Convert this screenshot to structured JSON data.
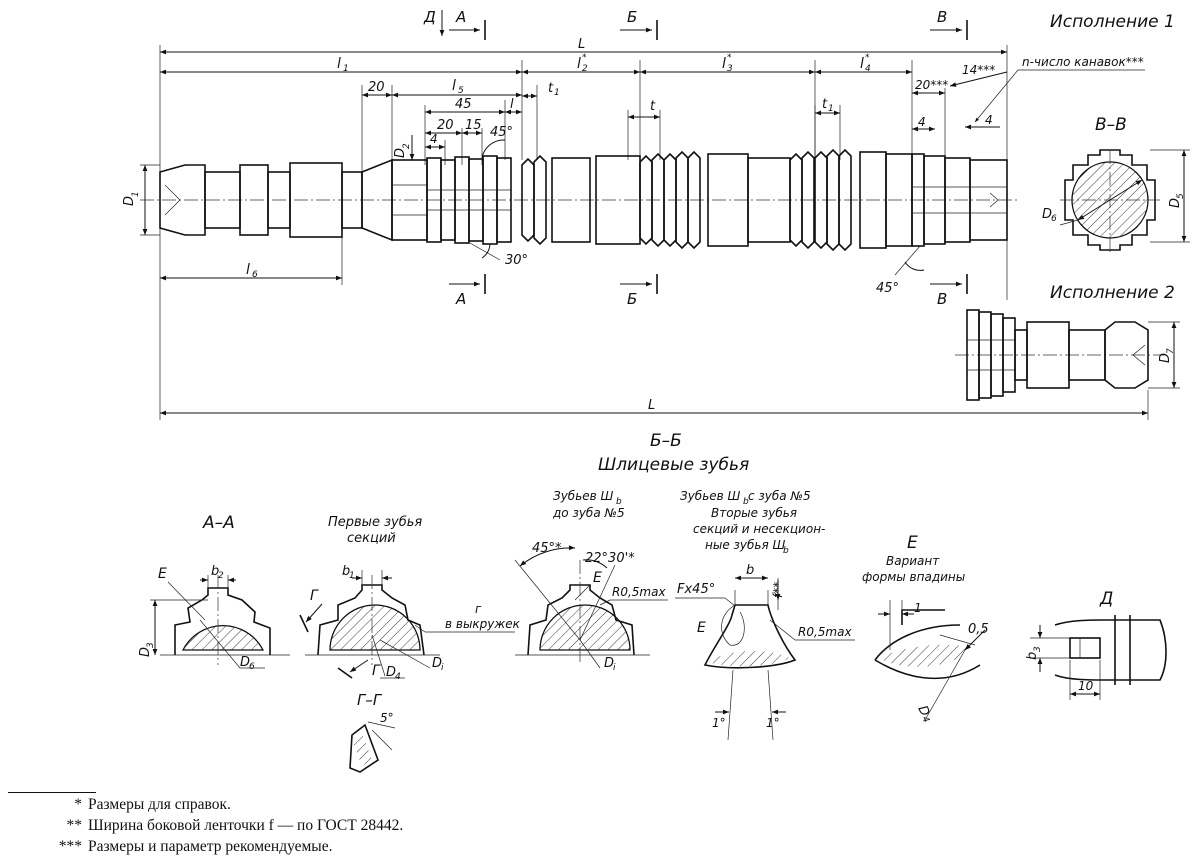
{
  "variants": {
    "v1": "Исполнение 1",
    "v2": "Исполнение 2"
  },
  "section_markers": {
    "d": "Д",
    "a": "А",
    "b": "Б",
    "v": "В"
  },
  "dimensions": {
    "L": "L",
    "l1": "l",
    "l1_sub": "1",
    "l2": "l",
    "l2_sub": "2",
    "l3": "l",
    "l3_sub": "3",
    "l4": "l",
    "l4_sub": "4",
    "l5": "l",
    "l5_sub": "5",
    "l6": "l",
    "l6_sub": "6",
    "l_small": "l",
    "t": "t",
    "t1": "t",
    "t1_sub": "1",
    "star": "*",
    "d20": "20",
    "d45": "45",
    "d4": "4",
    "d15": "15",
    "a45": "45°",
    "a30": "30°",
    "d20_3star": "20***",
    "d14_3star": "14***",
    "grooves": "n-число канавок***",
    "D": "D",
    "D1_sub": "1",
    "D2_sub": "2",
    "D3_sub": "3",
    "D4_sub": "4",
    "D5_sub": "5",
    "D6_sub": "6",
    "D7_sub": "7",
    "Di_sub": "i"
  },
  "sections": {
    "vv": "В–В",
    "bb": "Б–Б",
    "spline_title": "Шлицевые зубья",
    "aa": "А–А",
    "first_teeth_1": "Первые зубья",
    "first_teeth_2": "секций",
    "teeth_wb_1": "Зубьев Ш",
    "teeth_wb_2": "до зуба №5",
    "teeth_wb5_1": "Зубьев Ш",
    "teeth_wb5_1b": " с зуба №5",
    "teeth_wb5_2": "Вторые зубья",
    "teeth_wb5_3": "секций и несекцион-",
    "teeth_wb5_4": "ные зубья Ш",
    "sub_b": "b",
    "e_title": "Е",
    "variant_1": "Вариант",
    "variant_2": "формы впадины",
    "d_title": "Д",
    "gg": "Г–Г",
    "g_mark": "Г",
    "e_mark": "Е",
    "r_mark": "г",
    "in_groove": "в выкружек",
    "a45_star": "45°*",
    "a22": "22°30'*",
    "r05max": "R0,5max",
    "fx45": "Fx45°",
    "b_lbl": "b",
    "b1_lbl": "b",
    "b1_sub": "1",
    "b2_sub": "2",
    "b3_sub": "3",
    "f2star": "f**",
    "deg1": "1°",
    "deg5": "5°",
    "one": "1",
    "d05": "0,5",
    "ten": "10"
  },
  "footnotes": [
    {
      "mark": "*",
      "text": "Размеры для справок."
    },
    {
      "mark": "**",
      "text": "Ширина боковой ленточки f — по ГОСТ 28442."
    },
    {
      "mark": "***",
      "text": "Размеры и параметр рекомендуемые."
    }
  ]
}
